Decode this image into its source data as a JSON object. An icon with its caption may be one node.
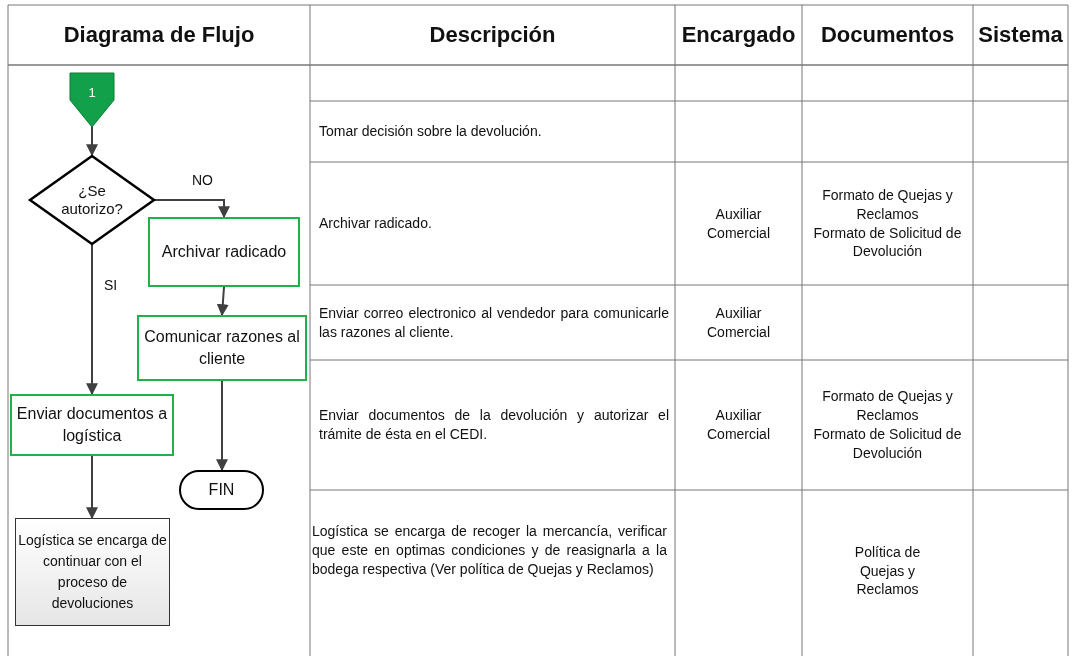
{
  "diagram": {
    "nodes": [
      {
        "text": [
          "1"
        ]
      },
      {
        "text": [
          "¿Se autorizo?"
        ]
      },
      {
        "text": [
          "Archivar radicado"
        ]
      },
      {
        "text": [
          "Comunicar razones al cliente"
        ]
      },
      {
        "text": [
          "Enviar documentos a logística"
        ]
      },
      {
        "text": [
          "FIN"
        ]
      },
      {
        "text": [
          "Logística se encarga de continuar con el proceso de devoluciones"
        ]
      }
    ],
    "edges": [
      {
        "from": 0,
        "to": 1,
        "arrow": "to"
      },
      {
        "from": 1,
        "to": 2,
        "arrow": "to",
        "label": "NO"
      },
      {
        "from": 1,
        "to": 4,
        "arrow": "to",
        "label": "SI"
      },
      {
        "from": 2,
        "to": 3,
        "arrow": "to"
      },
      {
        "from": 3,
        "to": 5,
        "arrow": "to"
      },
      {
        "from": 4,
        "to": 6,
        "arrow": "to"
      }
    ],
    "labels": [
      "Diagrama de Flujo",
      "Descripción",
      "Encargado",
      "Documentos",
      "Sistema",
      "Tomar decisión sobre la devolución.",
      "Archivar radicado.",
      "Auxiliar Comercial",
      "Formato de Quejas y Reclamos",
      "Formato de Solicitud de Devolución",
      "Enviar correo electronico al vendedor para comunicarle las razones al cliente.",
      "Auxiliar Comercial",
      "Enviar documentos de la devolución y autorizar el trámite de ésta en el CEDI.",
      "Auxiliar Comercial",
      "Formato de Quejas y Reclamos",
      "Formato de Solicitud de Devolución",
      "Logística se encarga de recoger la mercancía, verificar que este en optimas condiciones y de reasignarla a la bodega respectiva (Ver política de Quejas y Reclamos)",
      "Política de Quejas y Reclamos"
    ]
  }
}
